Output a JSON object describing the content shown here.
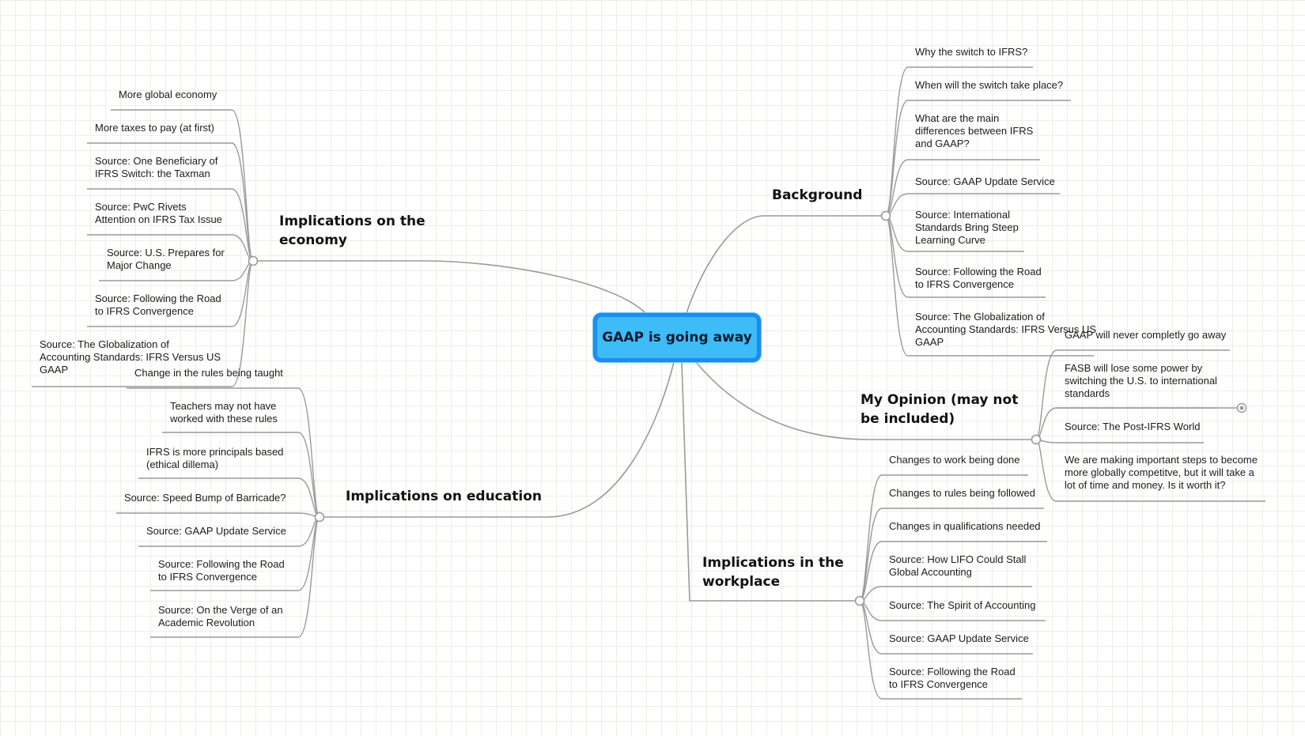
{
  "central": "GAAP is going away",
  "branches": [
    {
      "title": "Background",
      "items": [
        "Why the switch to IFRS?",
        "When will the switch take place?",
        "What are the main\ndifferences between IFRS\nand GAAP?",
        "Source: GAAP Update Service",
        "Source: International\nStandards Bring Steep\nLearning Curve",
        "Source: Following the Road\nto IFRS Convergence",
        "Source: The Globalization of\nAccounting Standards: IFRS Versus US\nGAAP"
      ]
    },
    {
      "title": "My Opinion (may not\nbe included)",
      "items": [
        "GAAP will never completly go away",
        "FASB will lose some power by\nswitching the U.S. to international\nstandards",
        "Source: The Post-IFRS World",
        "We are making important steps to become\nmore globally competitve, but it will take a\nlot of time and money. Is it worth it?"
      ]
    },
    {
      "title": "Implications in the\nworkplace",
      "items": [
        "Changes to work being done",
        "Changes to rules being followed",
        "Changes in qualifications needed",
        "Source: How LIFO Could Stall\nGlobal Accounting",
        "Source: The Spirit of Accounting",
        "Source: GAAP Update Service",
        "Source: Following the Road\nto IFRS Convergence"
      ]
    },
    {
      "title": "Implications on the\neconomy",
      "items": [
        "More global economy",
        "More taxes to pay (at first)",
        "Source: One Beneficiary of\nIFRS Switch: the Taxman",
        "Source: PwC Rivets\nAttention on IFRS Tax Issue",
        "Source: U.S. Prepares for\nMajor Change",
        "Source: Following the Road\nto IFRS Convergence",
        "Source: The Globalization of\nAccounting Standards: IFRS Versus US\nGAAP"
      ]
    },
    {
      "title": "Implications on education",
      "items": [
        "Change in the rules being taught",
        "Teachers may not have\nworked with these rules",
        "IFRS is more principals based\n(ethical dillema)",
        "Source: Speed Bump of Barricade?",
        "Source: GAAP Update Service",
        "Source: Following the Road\nto IFRS Convergence",
        "Source: On the Verge of an\nAcademic Revolution"
      ]
    }
  ],
  "colors": {
    "connector": "#9a9a9a",
    "central_fill": "#3dbcf7",
    "central_border": "#1f8cf0",
    "grid": "#eeeee6"
  }
}
